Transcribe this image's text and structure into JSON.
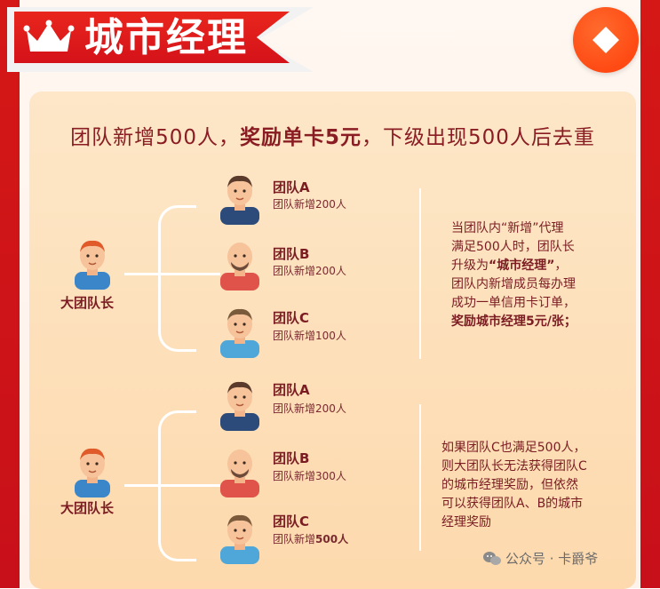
{
  "header": {
    "title": "城市经理",
    "crown_icon": "crown-icon",
    "badge_icon": "diamond-icon",
    "brand_red": "#d4121a",
    "badge_orange": "#ff4a14"
  },
  "headline": {
    "part1": "团队新增500人，",
    "part2": "奖励单卡5元",
    "part3": "，下级出现500人后去重"
  },
  "section1": {
    "leader": "大团队长",
    "teams": [
      {
        "name": "团队A",
        "sub": "团队新增200人"
      },
      {
        "name": "团队B",
        "sub": "团队新增200人"
      },
      {
        "name": "团队C",
        "sub": "团队新增100人"
      }
    ],
    "note": {
      "l1": "当团队内“新增”代理",
      "l2": "满足500人时，团队长",
      "l3a": "升级为",
      "l3b": "“城市经理”",
      "l3c": "，",
      "l4": "团队内新增成员每办理",
      "l5": "成功一单信用卡订单，",
      "l6": "奖励城市经理5元/张；"
    }
  },
  "section2": {
    "leader": "大团队长",
    "teams": [
      {
        "name": "团队A",
        "sub": "团队新增200人"
      },
      {
        "name": "团队B",
        "sub": "团队新增300人"
      },
      {
        "name": "团队C",
        "sub_prefix": "团队新增",
        "sub_bold": "500人"
      }
    ],
    "note": {
      "l1": "如果团队C也满足500人，",
      "l2": "则大团队长无法获得团队C",
      "l3": "的城市经理奖励，但依然",
      "l4": "可以获得团队A、B的城市",
      "l5": "经理奖励"
    }
  },
  "watermark": {
    "text": "公众号 · 卡爵爷",
    "icon": "wechat-icon"
  }
}
